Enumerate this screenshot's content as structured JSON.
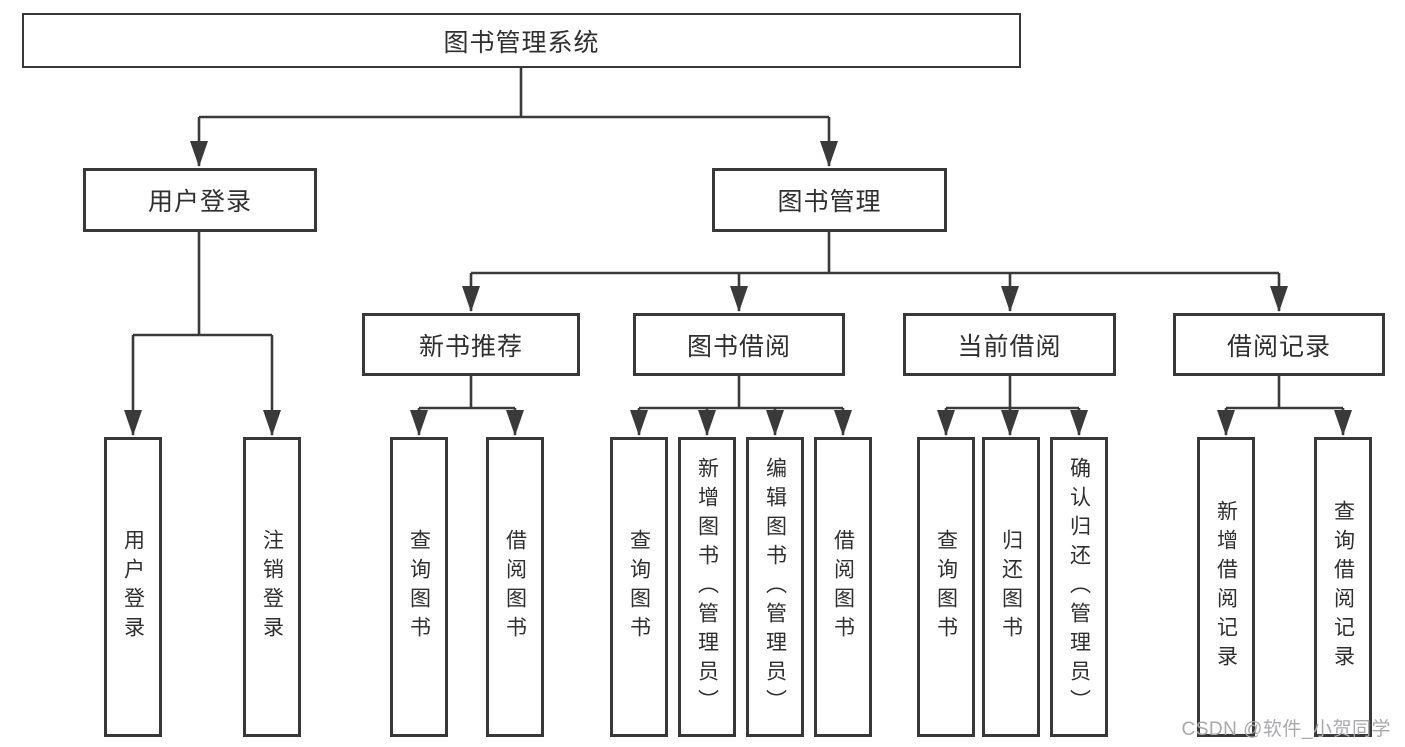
{
  "diagram": {
    "type": "hierarchy-tree",
    "root": {
      "label": "图书管理系统",
      "children": [
        {
          "label": "用户登录",
          "children": [
            {
              "label": "用户登录"
            },
            {
              "label": "注销登录"
            }
          ]
        },
        {
          "label": "图书管理",
          "children": [
            {
              "label": "新书推荐",
              "children": [
                {
                  "label": "查询图书"
                },
                {
                  "label": "借阅图书"
                }
              ]
            },
            {
              "label": "图书借阅",
              "children": [
                {
                  "label": "查询图书"
                },
                {
                  "label": "新增图书（管理员）"
                },
                {
                  "label": "编辑图书（管理员）"
                },
                {
                  "label": "借阅图书"
                }
              ]
            },
            {
              "label": "当前借阅",
              "children": [
                {
                  "label": "查询图书"
                },
                {
                  "label": "归还图书"
                },
                {
                  "label": "确认归还（管理员）"
                }
              ]
            },
            {
              "label": "借阅记录",
              "children": [
                {
                  "label": "新增借阅记录"
                },
                {
                  "label": "查询借阅记录"
                }
              ]
            }
          ]
        }
      ]
    }
  },
  "watermark": {
    "text": "CSDN @软件_小贺同学"
  },
  "colors": {
    "line": "#3a3a3a",
    "box_border": "#383838",
    "text": "#2f2f2f",
    "watermark": "#a9a9ac",
    "background": "#ffffff"
  }
}
